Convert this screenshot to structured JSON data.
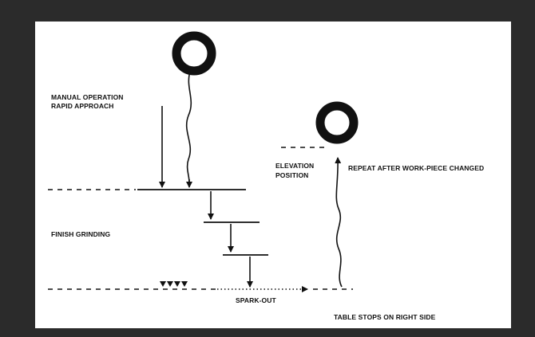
{
  "diagram": {
    "labels": {
      "manual_operation": "MANUAL OPERATION",
      "rapid_approach": "RAPID APPROACH",
      "finish_grinding": "FINISH GRINDING",
      "elevation": "ELEVATION",
      "position": "POSITION",
      "repeat": "REPEAT AFTER WORK-PIECE CHANGED",
      "spark_out": "SPARK-OUT",
      "table_stops": "TABLE STOPS ON RIGHT SIDE"
    },
    "colors": {
      "background": "#2b2b2b",
      "canvas": "#ffffff",
      "ink": "#111111"
    }
  }
}
